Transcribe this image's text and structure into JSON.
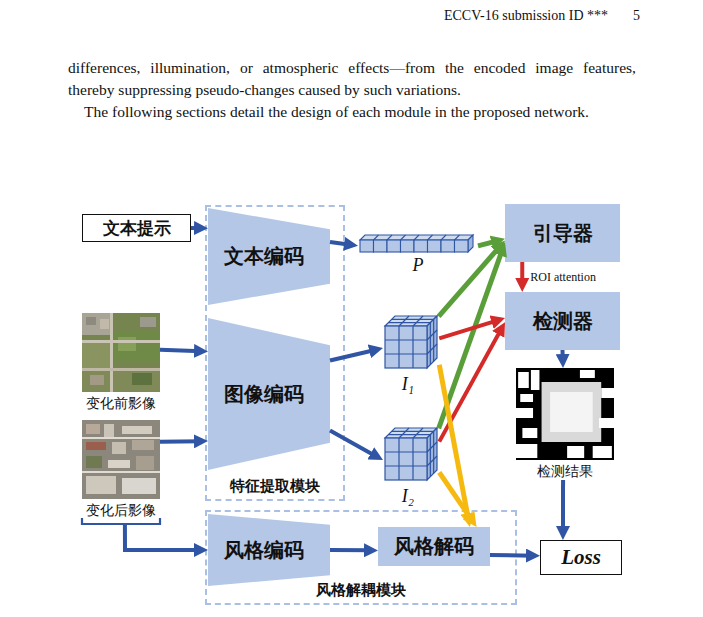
{
  "diagram": {
    "nodes": [
      {
        "text": [
          "文本提示"
        ]
      },
      {
        "text": [
          "特征提取模块"
        ]
      },
      {
        "text": [
          "文本编码"
        ],
        "in": 1
      },
      {
        "text": [
          "图像编码"
        ],
        "in": 1
      },
      {
        "text": [
          "P"
        ]
      },
      {
        "text": [
          "引导器"
        ]
      },
      {
        "text": [
          "检测器"
        ]
      },
      {
        "text": [
          "变化前影像"
        ]
      },
      {
        "text": [
          "I₁"
        ]
      },
      {
        "text": [
          "变化后影像"
        ]
      },
      {
        "text": [
          "I₂"
        ]
      },
      {
        "text": [
          "检测结果"
        ]
      },
      {
        "text": [
          "风格解耦模块"
        ]
      },
      {
        "text": [
          "风格编码"
        ],
        "in": 12
      },
      {
        "text": [
          "风格解码"
        ],
        "in": 12
      },
      {
        "text": [
          "Loss"
        ]
      }
    ],
    "edges": [
      {
        "from": 0,
        "to": 2,
        "arrow": "to"
      },
      {
        "from": 2,
        "to": 4,
        "arrow": "to"
      },
      {
        "from": 7,
        "to": 3,
        "arrow": "to"
      },
      {
        "from": 9,
        "to": 3,
        "arrow": "to"
      },
      {
        "from": 3,
        "to": 8,
        "arrow": "to"
      },
      {
        "from": 3,
        "to": 10,
        "arrow": "to"
      },
      {
        "from": 4,
        "to": 5,
        "arrow": "to"
      },
      {
        "from": 8,
        "to": 5,
        "arrow": "to"
      },
      {
        "from": 10,
        "to": 5,
        "arrow": "to"
      },
      {
        "from": 5,
        "to": 6,
        "label": "ROI attention",
        "arrow": "to"
      },
      {
        "from": 8,
        "to": 6,
        "arrow": "to"
      },
      {
        "from": 10,
        "to": 6,
        "arrow": "to"
      },
      {
        "from": 8,
        "to": 14,
        "arrow": "to"
      },
      {
        "from": 10,
        "to": 14,
        "arrow": "to"
      },
      {
        "from": 6,
        "to": 11,
        "arrow": "to"
      },
      {
        "from": 11,
        "to": 15,
        "arrow": "to"
      },
      {
        "from": 9,
        "to": 13,
        "arrow": "to"
      },
      {
        "from": 13,
        "to": 14,
        "arrow": "to"
      },
      {
        "from": 14,
        "to": 15,
        "arrow": "to"
      }
    ],
    "labels": [
      "ECCV-16 submission ID ***",
      "5",
      "differences, illumination, or atmospheric effects—from the encoded image features, thereby suppressing pseudo-changes caused by such variations.",
      "The following sections detail the design of each module in the proposed network."
    ]
  }
}
